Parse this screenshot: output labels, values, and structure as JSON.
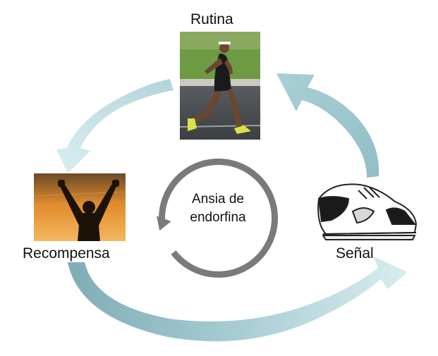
{
  "diagram": {
    "center": {
      "line1": "Ansia de",
      "line2": "endorfina"
    },
    "nodes": {
      "top": {
        "label": "Rutina",
        "image": "runner-photo"
      },
      "left": {
        "label": "Recompensa",
        "image": "raised-arms-silhouette"
      },
      "right": {
        "label": "Señal",
        "image": "sneaker-drawing"
      }
    },
    "colors": {
      "arrow_light": "#d6ecef",
      "arrow_dark": "#8fbcc4",
      "center_loop": "#7a7a7a"
    }
  }
}
